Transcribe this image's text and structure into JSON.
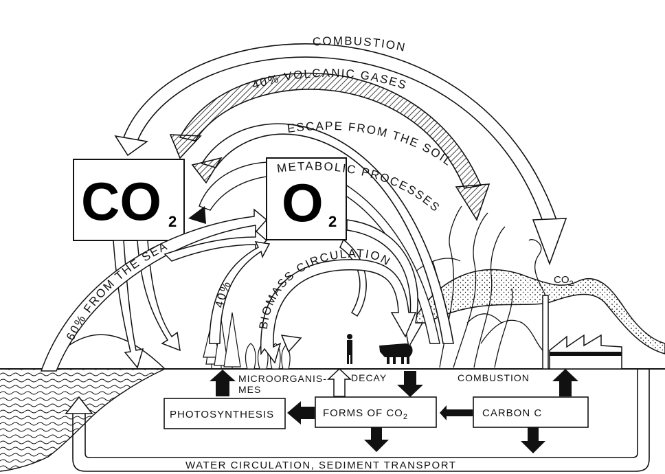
{
  "boxes": {
    "co2": {
      "main": "CO",
      "sub": "2"
    },
    "o2": {
      "main": "O",
      "sub": "2"
    }
  },
  "arcs": {
    "combustion": "COMBUSTION",
    "volcanic": "40% VOLCANIC GASES",
    "soil": "ESCAPE FROM THE SOIL",
    "metabolic": "METABOLIC PROCESSES",
    "sea": "60% FROM THE SEA",
    "forty": "40%",
    "biomass": "BIOMASS CIRCULATION"
  },
  "labels": {
    "co2_stack_main": "CO",
    "co2_stack_sub": "2",
    "microorganisms_1": "MICROORGANIS-",
    "microorganisms_2": "MES",
    "decay": "DECAY",
    "combustion_ground": "COMBUSTION",
    "photosynthesis": "PHOTOSYNTHESIS",
    "forms_main": "FORMS OF CO",
    "forms_sub": "2",
    "carbon": "CARBON C",
    "water": "WATER CIRCULATION, SEDIMENT  TRANSPORT"
  }
}
